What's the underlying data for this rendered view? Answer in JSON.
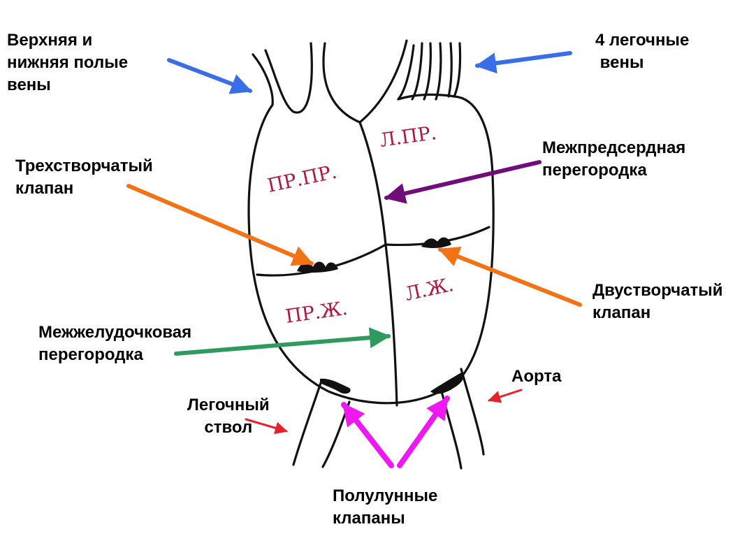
{
  "labels": {
    "vena_cava": "Верхняя и\nнижняя полые\nвены",
    "pulmonary_veins": "4 легочные\n вены",
    "interatrial_septum": "Межпредсердная\nперегородка",
    "tricuspid_valve": "Трехстворчатый\nклапан",
    "mitral_valve": "Двустворчатый\nклапан",
    "interventricular_septum": "Межжелудочковая\nперегородка",
    "aorta": "Аорта",
    "pulmonary_trunk": "Легочный\nствол",
    "semilunar_valves": "Полулунные\nклапаны"
  },
  "chambers": {
    "right_atrium": "ПР.ПР.",
    "left_atrium": "Л.ПР.",
    "right_ventricle": "ПР.Ж.",
    "left_ventricle": "Л.Ж."
  },
  "colors": {
    "outline": "#111111",
    "chamber_text": "#b3153f",
    "vena_cava_arrow": "#3a6ee8",
    "pulmonary_veins_arrow": "#3a6ee8",
    "interatrial_arrow": "#6f0e7a",
    "tricuspid_arrow": "#f47216",
    "mitral_arrow": "#f47216",
    "interventricular_arrow": "#2f9a5e",
    "aorta_arrow": "#e8202a",
    "pulmonary_trunk_arrow": "#e8202a",
    "semilunar_arrow": "#f018f0"
  }
}
